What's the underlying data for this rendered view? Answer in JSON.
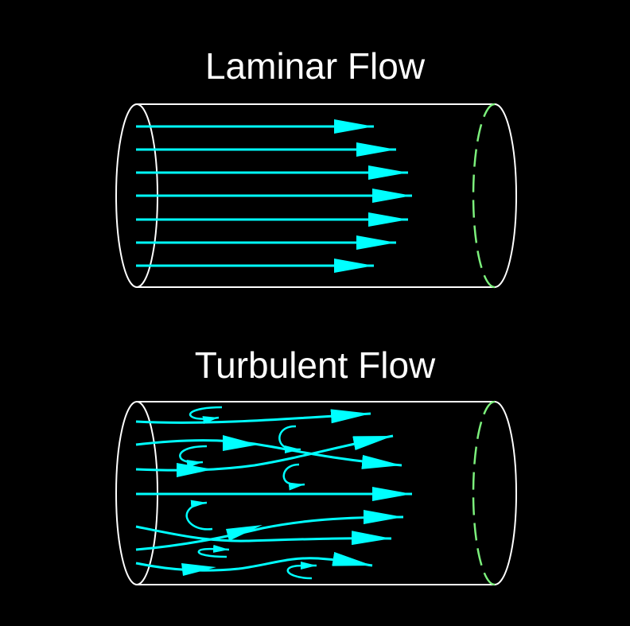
{
  "diagram": {
    "background": "#000000",
    "colors": {
      "title": "#ffffff",
      "pipe_outline": "#ffffff",
      "pipe_far_end_dashed": "#7CF07C",
      "streamline": "#00FFFF"
    },
    "panels": [
      {
        "id": "laminar",
        "title": "Laminar Flow",
        "description": "Parallel straight streamlines; central lines longest (parabolic velocity profile)",
        "streamline_count": 7
      },
      {
        "id": "turbulent",
        "title": "Turbulent Flow",
        "description": "Crossing, wavy streamlines with small circular eddies",
        "streamline_count": 7,
        "eddy_count": 7
      }
    ]
  }
}
